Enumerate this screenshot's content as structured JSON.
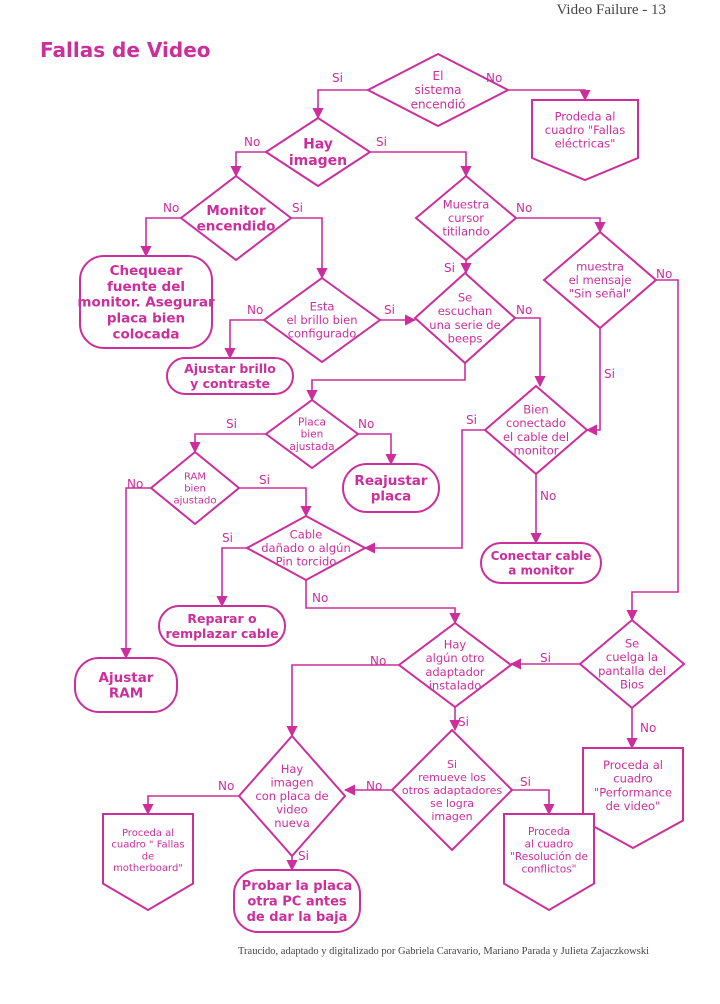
{
  "header": {
    "page_ref": "Video Failure - 13"
  },
  "title": "Fallas de Video",
  "footer": "Traucido, adaptado y digitalizado por Gabriela Caravario, Mariano Parada y Julieta Zajaczkowski",
  "colors": {
    "accent": "#cc2f9c"
  },
  "edge_labels": {
    "yes": "Si",
    "no": "No"
  },
  "nodes": {
    "sistema_encendio": [
      "El",
      "sistema",
      "encendió"
    ],
    "fallas_electricas": [
      "Prodeda al",
      "cuadro \"Fallas",
      "eléctricas\""
    ],
    "hay_imagen": [
      "Hay",
      "imagen"
    ],
    "monitor_encendido": [
      "Monitor",
      "encendido"
    ],
    "chequear_fuente": [
      "Chequear",
      "fuente del",
      "monitor. Asegurar",
      "placa bien",
      "colocada"
    ],
    "muestra_cursor": [
      "Muestra",
      "cursor",
      "titilando"
    ],
    "brillo": [
      "Esta",
      "el brillo bien",
      "configurado"
    ],
    "ajustar_brillo": [
      "Ajustar brillo",
      "y contraste"
    ],
    "beeps": [
      "Se",
      "escuchan",
      "una serie de",
      "beeps"
    ],
    "sin_senal": [
      "muestra",
      "el mensaje",
      "\"Sin señal\""
    ],
    "cable_conectado": [
      "Bien",
      "conectado",
      "el cable del",
      "monitor"
    ],
    "placa_ajustada": [
      "Placa",
      "bien",
      "ajustada"
    ],
    "reajustar_placa": [
      "Reajustar",
      "placa"
    ],
    "ram_ajustado": [
      "RAM",
      "bien",
      "ajustado"
    ],
    "cable_danado": [
      "Cable",
      "dañado o algún",
      "Pin torcido"
    ],
    "conectar_cable": [
      "Conectar cable",
      "a monitor"
    ],
    "reparar_cable": [
      "Reparar o",
      "remplazar cable"
    ],
    "ajustar_ram": [
      "Ajustar",
      "RAM"
    ],
    "otro_adaptador": [
      "Hay",
      "algún otro",
      "adaptador",
      "instalado"
    ],
    "cuelga_bios": [
      "Se",
      "cuelga la",
      "pantalla del",
      "Bios"
    ],
    "performance_video": [
      "Proceda al",
      "cuadro",
      "\"Performance",
      "de video\""
    ],
    "imagen_placa_nueva": [
      "Hay",
      "imagen",
      "con placa de",
      "video",
      "nueva"
    ],
    "remueve_adaptadores": [
      "Si",
      "remueve los",
      "otros adaptadores",
      "se logra",
      "imagen"
    ],
    "fallas_motherboard": [
      "Proceda al",
      "cuadro \" Fallas",
      "de",
      "motherboard\""
    ],
    "probar_placa": [
      "Probar la placa",
      "otra PC antes",
      "de dar la baja"
    ],
    "resolucion_conflictos": [
      "Proceda",
      "al cuadro",
      "\"Resolución de",
      "conflictos\""
    ]
  }
}
